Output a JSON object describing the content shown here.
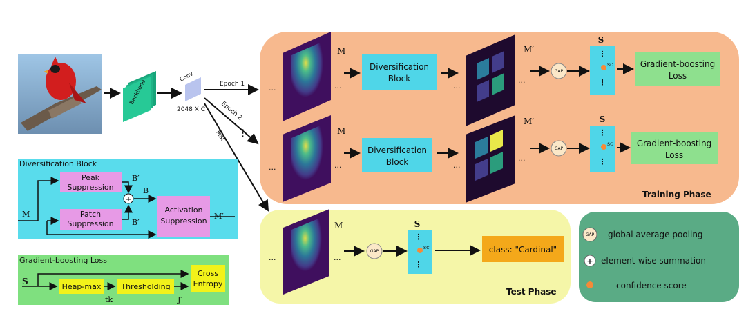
{
  "backbone": {
    "conv_label": "Conv",
    "backbone_label": "Backbone",
    "size_label": "2048 X C",
    "epoch1": "Epoch 1",
    "epoch2": "Epoch 2",
    "test_label": "Test",
    "ellipsis": "..."
  },
  "training": {
    "title": "Training Phase",
    "rows": [
      {
        "m_label": "M",
        "block": "Diversification Block",
        "mprime_label": "M′",
        "gap": "GAP",
        "s_label": "S",
        "sc_label": "sc",
        "loss": "Gradient-boosting Loss"
      },
      {
        "m_label": "M",
        "block": "Diversification Block",
        "mprime_label": "M′",
        "gap": "GAP",
        "s_label": "S",
        "sc_label": "sc",
        "loss": "Gradient-boosting Loss"
      }
    ]
  },
  "test": {
    "title": "Test Phase",
    "m_label": "M",
    "gap": "GAP",
    "s_label": "S",
    "sc_label": "sc",
    "class_label": "class: \"Cardinal\""
  },
  "diversification": {
    "title": "Diversification Block",
    "peak": "Peak Suppression",
    "patch": "Patch Suppression",
    "activation": "Activation Suppression",
    "m_in": "M",
    "m_out": "M′",
    "b_prime_top": "B′",
    "b_mid": "B",
    "b_prime_bottom": "B′",
    "plus": "+"
  },
  "gb_loss": {
    "title": "Gradient-boosting Loss",
    "s_label": "S",
    "heapmax": "Heap-max",
    "thresholding": "Thresholding",
    "cross_entropy": "Cross Entropy",
    "tk": "tk",
    "j": "J′"
  },
  "legend": {
    "gap_symbol": "GAP",
    "gap_text": "global average pooling",
    "plus_symbol": "+",
    "plus_text": "element-wise summation",
    "dot_text": "confidence score"
  },
  "colors": {
    "training_bg": "#f7b98e",
    "test_bg": "#f5f6a8",
    "legend_bg": "#5aab85",
    "cyan": "#4fd6e8",
    "green_box": "#8ee08e",
    "orange_dot": "#f58a38",
    "magenta": "#e79ae6",
    "yellow": "#f2f21a",
    "class_box": "#f4a81a",
    "div_panel": "#59dcec",
    "gb_panel": "#7fe07f",
    "feature_dark": "#3f0f5e"
  }
}
